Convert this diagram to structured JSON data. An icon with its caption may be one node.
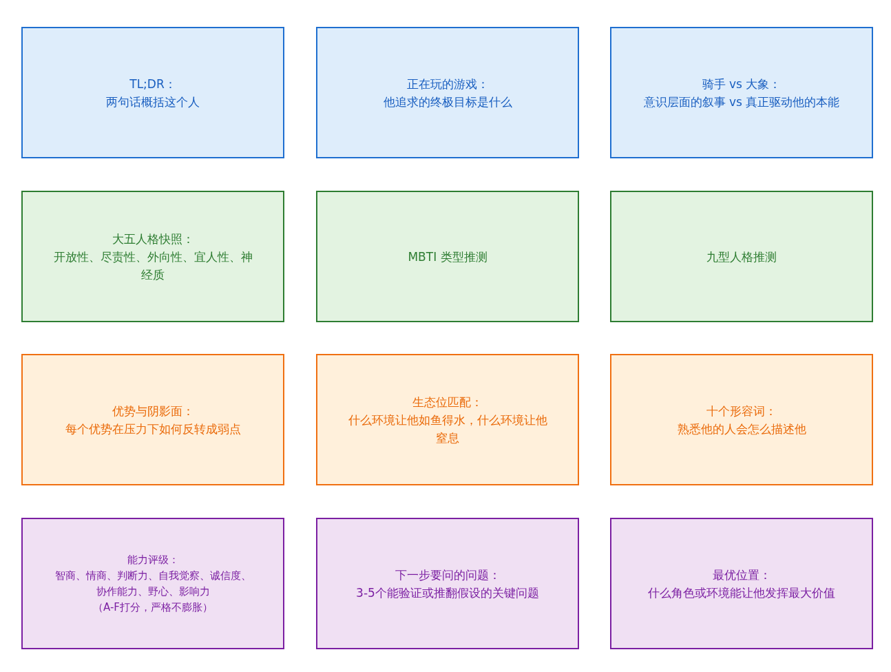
{
  "diagram": {
    "nodes": [
      {
        "text": [
          "TL;DR：",
          "两句话概括这个人"
        ]
      },
      {
        "text": [
          "正在玩的游戏：",
          "他追求的终极目标是什么"
        ]
      },
      {
        "text": [
          "骑手 vs 大象：",
          "意识层面的叙事 vs 真正驱动他的本能"
        ]
      },
      {
        "text": [
          "大五人格快照：",
          "开放性、尽责性、外向性、宜人性、神经质"
        ]
      },
      {
        "text": [
          "MBTI 类型推测"
        ]
      },
      {
        "text": [
          "九型人格推测"
        ]
      },
      {
        "text": [
          "优势与阴影面：",
          "每个优势在压力下如何反转成弱点"
        ]
      },
      {
        "text": [
          "生态位匹配：",
          "什么环境让他如鱼得水，什么环境让他窒息"
        ]
      },
      {
        "text": [
          "十个形容词：",
          "熟悉他的人会怎么描述他"
        ]
      },
      {
        "text": [
          "能力评级：",
          "智商、情商、判断力、自我觉察、诚信度、协作能力、野心、影响力",
          "（A-F打分，严格不膨胀）"
        ]
      },
      {
        "text": [
          "下一步要问的问题：",
          "3-5个能验证或推翻假设的关键问题"
        ]
      },
      {
        "text": [
          "最优位置：",
          "什么角色或环境能让他发挥最大价值"
        ]
      }
    ]
  }
}
